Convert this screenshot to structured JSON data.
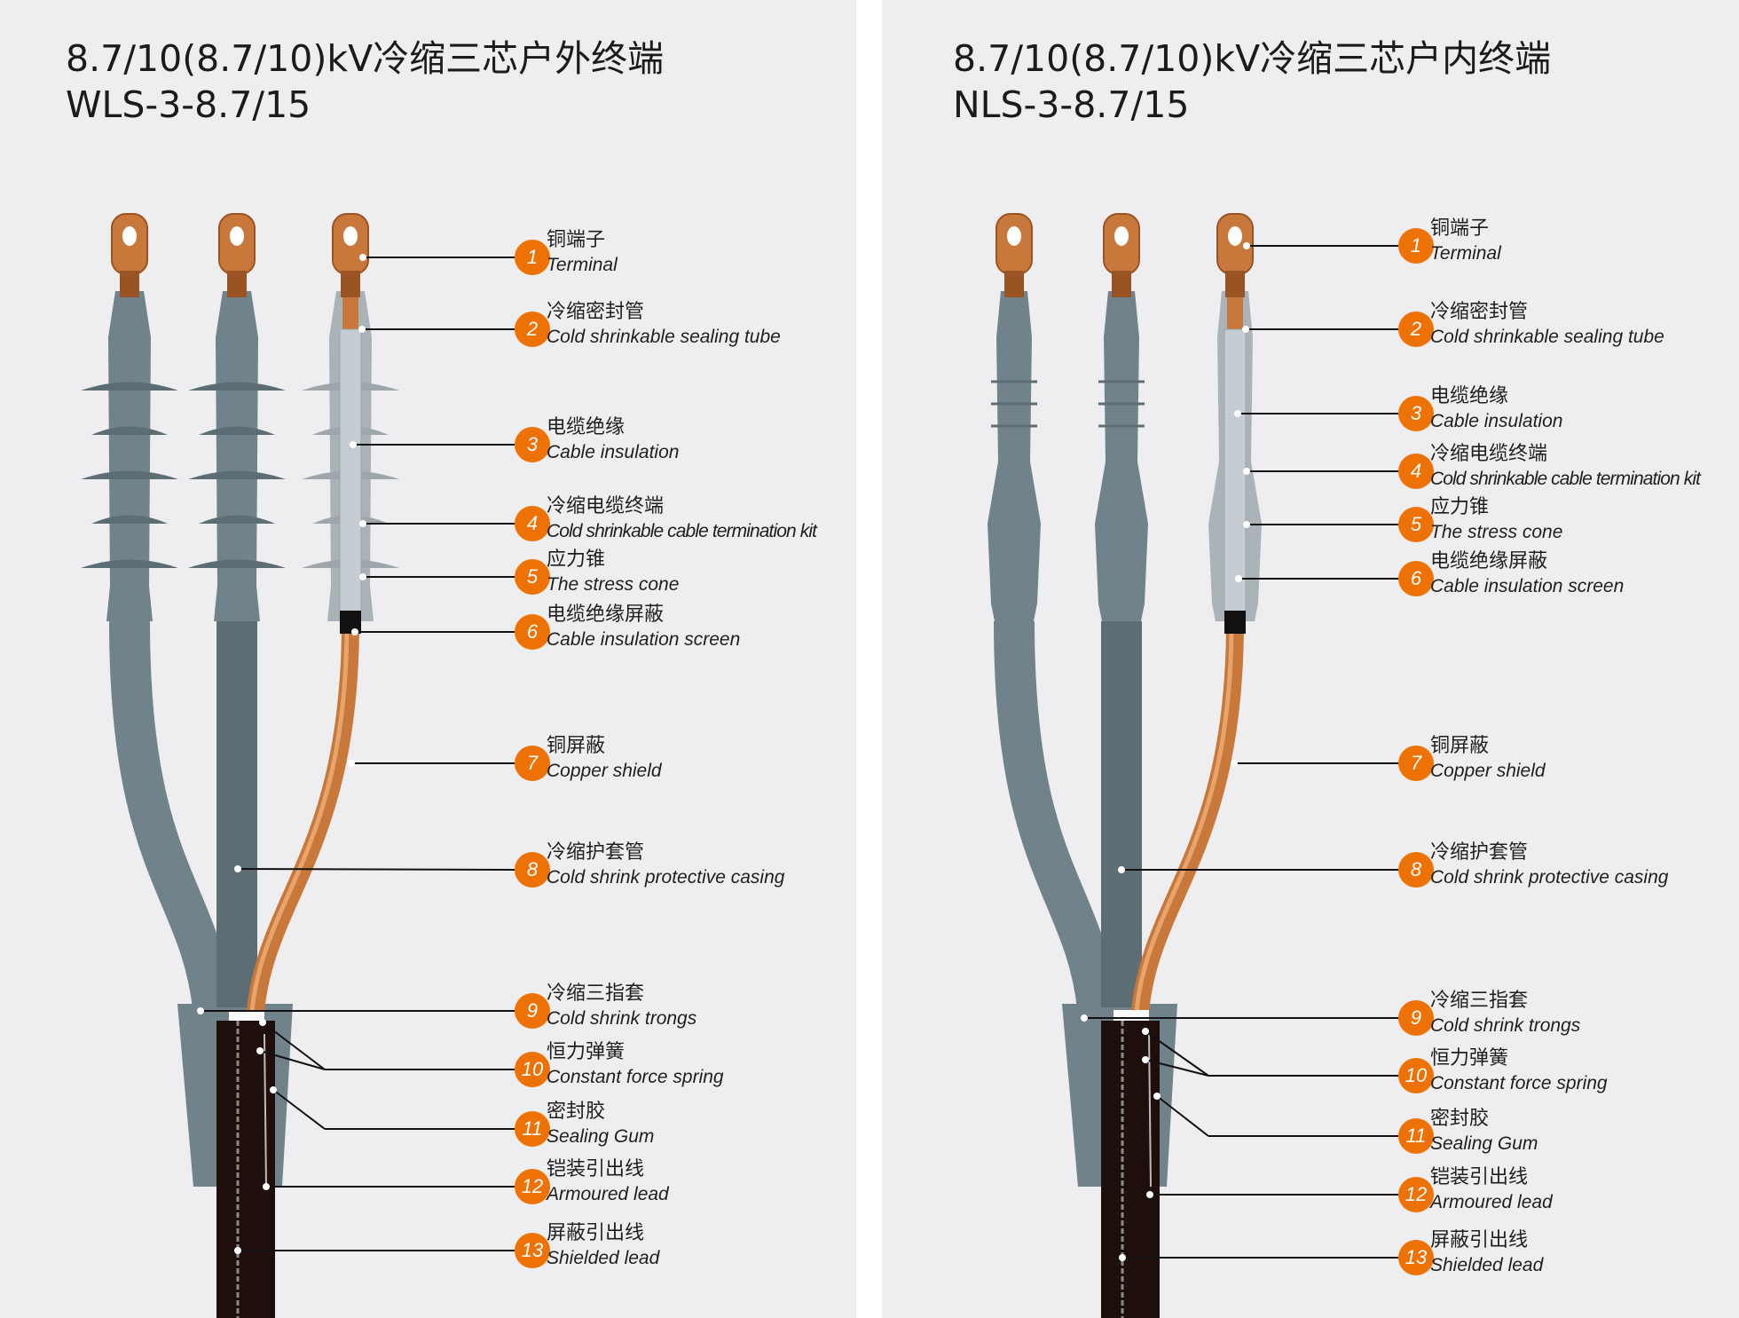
{
  "colors": {
    "background": "#eeeef0",
    "badge": "#ee7203",
    "copper": "#c8783a",
    "casing": "#71838a",
    "cable": "#1e0f0c"
  },
  "left": {
    "title_line1": "8.7/10(8.7/10)kV冷缩三芯户外终端",
    "title_line2": "WLS-3-8.7/15",
    "labels": [
      {
        "num": "1",
        "cn": "铜端子",
        "en": "Terminal"
      },
      {
        "num": "2",
        "cn": "冷缩密封管",
        "en": "Cold shrinkable sealing tube"
      },
      {
        "num": "3",
        "cn": "电缆绝缘",
        "en": "Cable insulation"
      },
      {
        "num": "4",
        "cn": "冷缩电缆终端",
        "en": "Cold shrinkable cable termination kit"
      },
      {
        "num": "5",
        "cn": "应力锥",
        "en": "The stress cone"
      },
      {
        "num": "6",
        "cn": "电缆绝缘屏蔽",
        "en": "Cable insulation screen"
      },
      {
        "num": "7",
        "cn": "铜屏蔽",
        "en": "Copper shield"
      },
      {
        "num": "8",
        "cn": "冷缩护套管",
        "en": "Cold shrink protective casing"
      },
      {
        "num": "9",
        "cn": "冷缩三指套",
        "en": "Cold shrink trongs"
      },
      {
        "num": "10",
        "cn": "恒力弹簧",
        "en": "Constant force spring"
      },
      {
        "num": "11",
        "cn": "密封胶",
        "en": "Sealing Gum"
      },
      {
        "num": "12",
        "cn": "铠装引出线",
        "en": "Armoured lead"
      },
      {
        "num": "13",
        "cn": "屏蔽引出线",
        "en": "Shielded lead"
      }
    ]
  },
  "right": {
    "title_line1": "8.7/10(8.7/10)kV冷缩三芯户内终端",
    "title_line2": "NLS-3-8.7/15",
    "labels": [
      {
        "num": "1",
        "cn": "铜端子",
        "en": "Terminal"
      },
      {
        "num": "2",
        "cn": "冷缩密封管",
        "en": "Cold shrinkable sealing tube"
      },
      {
        "num": "3",
        "cn": "电缆绝缘",
        "en": "Cable insulation"
      },
      {
        "num": "4",
        "cn": "冷缩电缆终端",
        "en": "Cold shrinkable cable termination kit"
      },
      {
        "num": "5",
        "cn": "应力锥",
        "en": "The stress cone"
      },
      {
        "num": "6",
        "cn": "电缆绝缘屏蔽",
        "en": "Cable insulation screen"
      },
      {
        "num": "7",
        "cn": "铜屏蔽",
        "en": "Copper shield"
      },
      {
        "num": "8",
        "cn": "冷缩护套管",
        "en": "Cold shrink protective casing"
      },
      {
        "num": "9",
        "cn": "冷缩三指套",
        "en": "Cold shrink trongs"
      },
      {
        "num": "10",
        "cn": "恒力弹簧",
        "en": "Constant force spring"
      },
      {
        "num": "11",
        "cn": "密封胶",
        "en": "Sealing Gum"
      },
      {
        "num": "12",
        "cn": "铠装引出线",
        "en": "Armoured lead"
      },
      {
        "num": "13",
        "cn": "屏蔽引出线",
        "en": "Shielded lead"
      }
    ]
  }
}
